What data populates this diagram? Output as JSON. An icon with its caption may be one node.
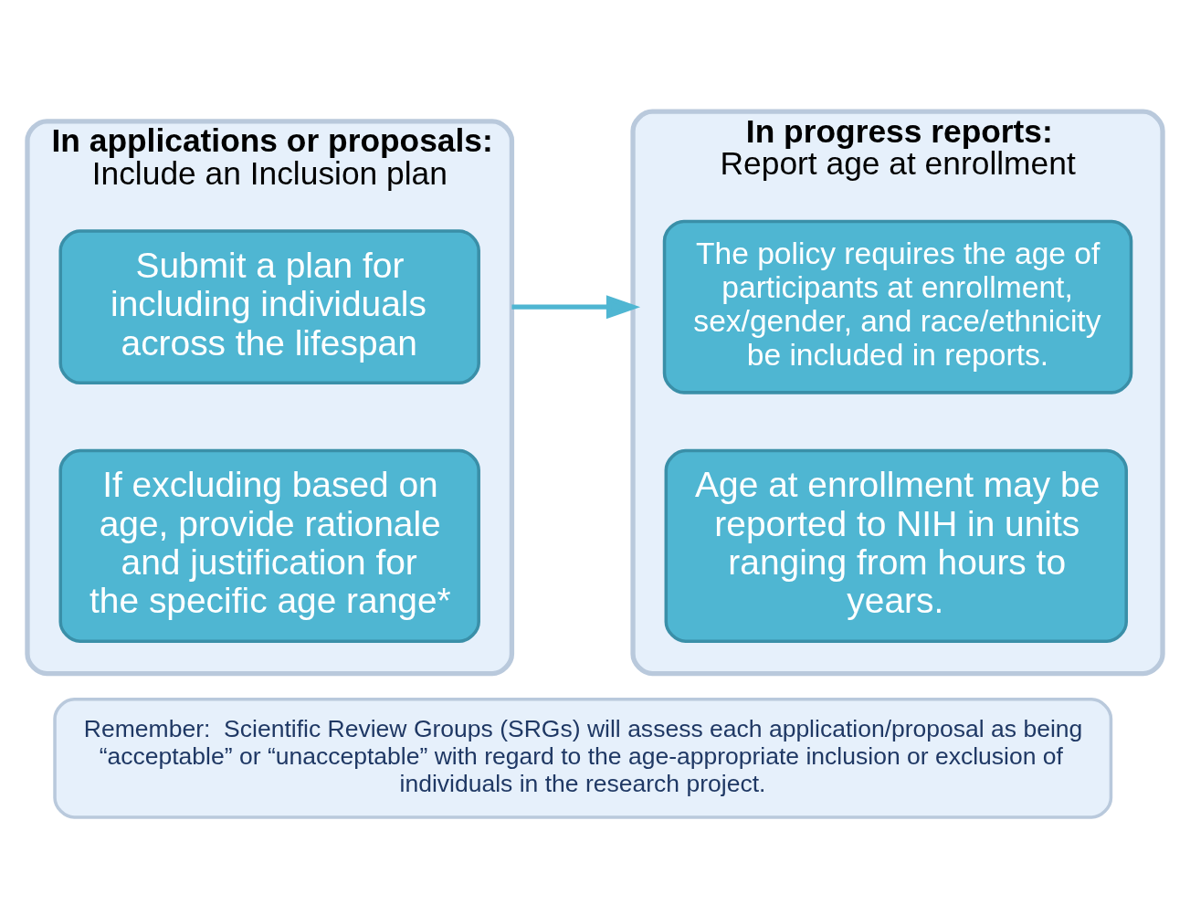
{
  "diagram": {
    "nodes": [
      {
        "text": [
          "In applications or proposals:",
          "Include an Inclusion plan"
        ]
      },
      {
        "text": [
          "Submit a plan for including individuals across the lifespan"
        ],
        "in": 0
      },
      {
        "text": [
          "If excluding based on age, provide rationale and justification for the specific age range*"
        ],
        "in": 0
      },
      {
        "text": [
          "In progress reports:",
          "Report age at enrollment"
        ]
      },
      {
        "text": [
          "The policy requires the age of participants at enrollment, sex/gender, and race/ethnicity be included in reports."
        ],
        "in": 3
      },
      {
        "text": [
          "Age at enrollment may be reported to NIH in units ranging from hours to years."
        ],
        "in": 3
      },
      {
        "text": [
          "Remember:  Scientific Review Groups (SRGs) will assess each application/proposal as being “acceptable” or “unacceptable” with regard to the age-appropriate inclusion or exclusion of individuals in the research project."
        ]
      }
    ],
    "edges": [
      {
        "from": 0,
        "to": 3,
        "arrow": "to"
      }
    ]
  }
}
